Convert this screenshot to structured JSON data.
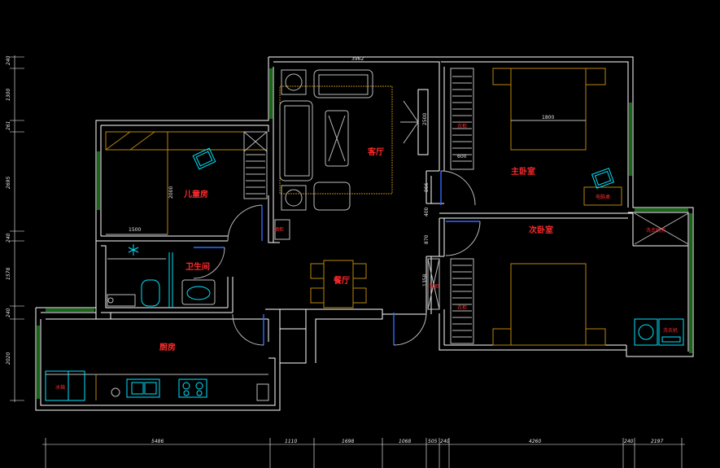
{
  "rooms": {
    "living_room": "客厅",
    "master_bedroom": "主卧室",
    "second_bedroom": "次卧室",
    "children_room": "儿童房",
    "bathroom": "卫生间",
    "dining_room": "餐厅",
    "kitchen": "厨房",
    "laundry_balcony": "洗衣机房"
  },
  "labels": {
    "computer_desk": "电脑桌",
    "wardrobe_master": "衣柜",
    "wardrobe_second": "衣柜",
    "shoe_cabinet": "鞋柜",
    "tall_cabinet": "酒柜",
    "fridge": "冰箱",
    "washer": "洗衣机"
  },
  "inner_dims": {
    "top_width": "3962",
    "bed_master": "1800",
    "tv_wall": "2500",
    "wardrobe_w": "600",
    "child_bed_len": "2000",
    "child_bed_w": "1500"
  },
  "left_dims": [
    "240",
    "1300",
    "261",
    "2695",
    "240",
    "1578",
    "240",
    "2020"
  ],
  "right_mid_dims": [
    "866",
    "400",
    "870",
    "1358"
  ],
  "bottom_dims": [
    "5486",
    "1110",
    "1698",
    "1068",
    "505",
    "240",
    "4260",
    "240",
    "2197"
  ],
  "colors": {
    "background": "#000000",
    "wall": "#ffffff",
    "furniture": "#b8860b",
    "fixture": "#00e5ff",
    "door_leaf": "#2f6bff",
    "window": "#2bd12b",
    "room_label": "#ff2a2a",
    "dimension": "#e8e8e8"
  }
}
